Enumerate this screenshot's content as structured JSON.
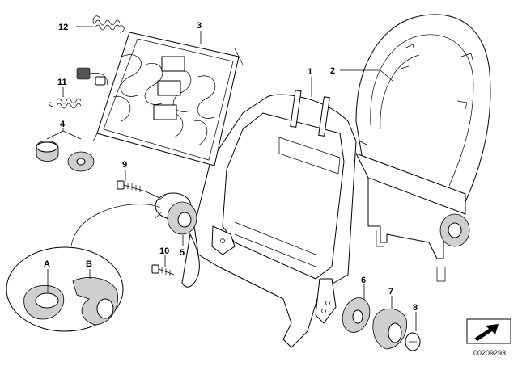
{
  "diagram": {
    "reference_number": "00209293",
    "callouts": {
      "p1": "1",
      "p2": "2",
      "p3": "3",
      "p4": "4",
      "p5": "5",
      "p6": "6",
      "p7": "7",
      "p8": "8",
      "p9": "9",
      "p10": "10",
      "p11": "11",
      "p12": "12",
      "pA": "A",
      "pB": "B"
    },
    "icons": {
      "navigation": "arrow-frame-icon"
    }
  }
}
